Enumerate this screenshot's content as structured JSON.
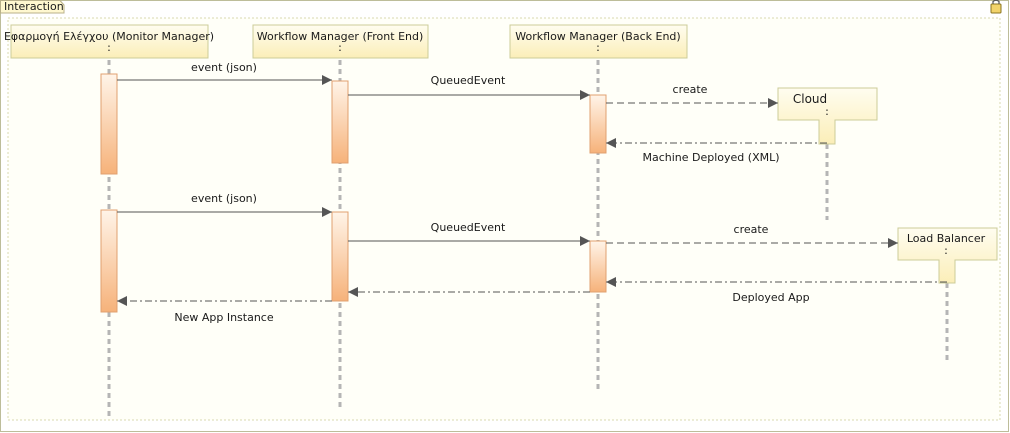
{
  "frame": {
    "label": "Interaction"
  },
  "lifelines": [
    {
      "id": "monitor",
      "name": "Εφαρμογή Ελέγχου (Monitor Manager)",
      "sub": ":"
    },
    {
      "id": "front",
      "name": "Workflow Manager (Front End)",
      "sub": ":"
    },
    {
      "id": "back",
      "name": "Workflow Manager (Back End)",
      "sub": ":"
    },
    {
      "id": "cloud",
      "name": "Cloud",
      "sub": ":"
    },
    {
      "id": "lb",
      "name": "Load Balancer",
      "sub": ":"
    }
  ],
  "messages": [
    {
      "label": "event (json)",
      "kind": "sync"
    },
    {
      "label": "QueuedEvent",
      "kind": "sync"
    },
    {
      "label": "create",
      "kind": "create"
    },
    {
      "label": "Machine Deployed (XML)",
      "kind": "return"
    },
    {
      "label": "event (json)",
      "kind": "sync"
    },
    {
      "label": "QueuedEvent",
      "kind": "sync"
    },
    {
      "label": "create",
      "kind": "create"
    },
    {
      "label": "Deployed App",
      "kind": "return"
    },
    {
      "label": "",
      "kind": "return"
    },
    {
      "label": "New App Instance",
      "kind": "return"
    }
  ],
  "colors": {
    "note": "#fff3c0",
    "activation_top": "#fff0e0",
    "activation_bottom": "#f5b47a",
    "lifeline": "#b8b8b8",
    "frame": "#c9c9a0",
    "line": "#555555"
  },
  "icons": {
    "lock": "lock-icon"
  }
}
